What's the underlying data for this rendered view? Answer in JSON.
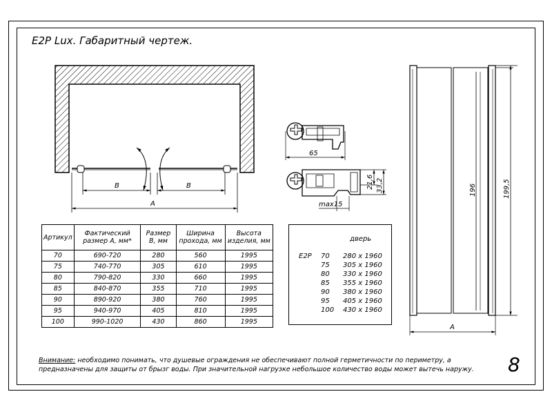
{
  "title": "E2P Lux. Габаритный чертеж.",
  "plan": {
    "dim_b_left": "B",
    "dim_b_right": "B",
    "dim_a": "A"
  },
  "profile": {
    "dim_65": "65",
    "dim_21_6": "21,6",
    "dim_33_2": "33,2",
    "dim_max15": "max15"
  },
  "elevation": {
    "dim_196": "196",
    "dim_199_5": "199,5",
    "dim_a": "A"
  },
  "spec_table": {
    "headers": [
      "Артикул",
      "Фактический размер А, мм*",
      "Размер В, мм",
      "Ширина прохода, мм",
      "Высота изделия, мм"
    ],
    "rows": [
      [
        "70",
        "690-720",
        "280",
        "560",
        "1995"
      ],
      [
        "75",
        "740-770",
        "305",
        "610",
        "1995"
      ],
      [
        "80",
        "790-820",
        "330",
        "660",
        "1995"
      ],
      [
        "85",
        "840-870",
        "355",
        "710",
        "1995"
      ],
      [
        "90",
        "890-920",
        "380",
        "760",
        "1995"
      ],
      [
        "95",
        "940-970",
        "405",
        "810",
        "1995"
      ],
      [
        "100",
        "990-1020",
        "430",
        "860",
        "1995"
      ]
    ]
  },
  "door_table": {
    "header": "дверь",
    "model": "E2P",
    "rows": [
      [
        "70",
        "280 x 1960"
      ],
      [
        "75",
        "305 x 1960"
      ],
      [
        "80",
        "330 x 1960"
      ],
      [
        "85",
        "355 x 1960"
      ],
      [
        "90",
        "380 x 1960"
      ],
      [
        "95",
        "405 x 1960"
      ],
      [
        "100",
        "430 x 1960"
      ]
    ]
  },
  "note": {
    "warning_label": "Внимание:",
    "text": " необходимо понимать, что душевые ограждения не обеспечивают полной герметичности по периметру, а предназначены для защиты от брызг воды. При значительной нагрузке небольшое количество воды может вытечь наружу."
  },
  "page_number": "8"
}
